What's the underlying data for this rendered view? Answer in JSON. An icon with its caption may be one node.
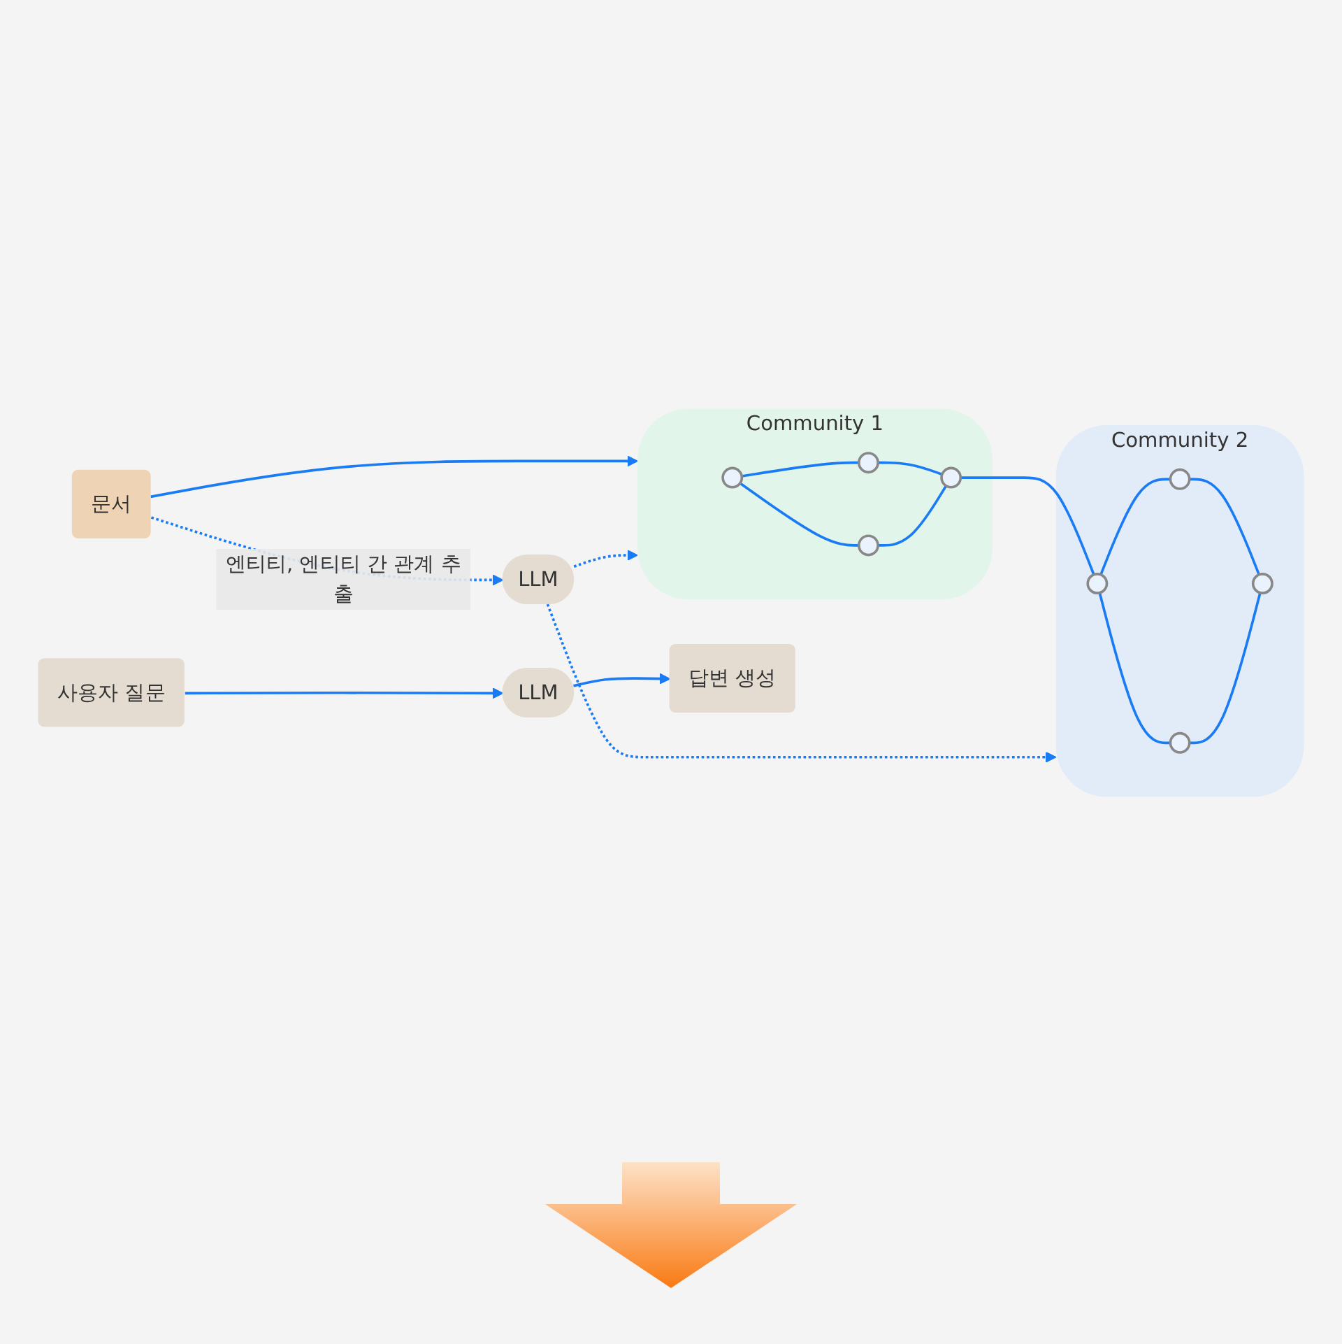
{
  "diagram": {
    "nodes": [
      {
        "text": [
          "문서"
        ]
      },
      {
        "text": [
          "Community 1"
        ]
      },
      {
        "text": [],
        "shape": "circle",
        "in": 1
      },
      {
        "text": [],
        "shape": "circle",
        "in": 1
      },
      {
        "text": [],
        "shape": "circle",
        "in": 1
      },
      {
        "text": [],
        "shape": "circle",
        "in": 1
      },
      {
        "text": [
          "Community 2"
        ]
      },
      {
        "text": [],
        "shape": "circle",
        "in": 6
      },
      {
        "text": [],
        "shape": "circle",
        "in": 6
      },
      {
        "text": [],
        "shape": "circle",
        "in": 6
      },
      {
        "text": [],
        "shape": "circle",
        "in": 6
      },
      {
        "text": [
          "LLM"
        ]
      },
      {
        "text": [
          "사용자 질문"
        ]
      },
      {
        "text": [
          "LLM"
        ]
      },
      {
        "text": [
          "답변 생성"
        ]
      }
    ],
    "edges": [
      {
        "from": 0,
        "to": 1,
        "arrow": "to"
      },
      {
        "from": 2,
        "to": 3,
        "arrow": "none"
      },
      {
        "from": 2,
        "to": 4,
        "arrow": "none"
      },
      {
        "from": 3,
        "to": 5,
        "arrow": "none"
      },
      {
        "from": 4,
        "to": 5,
        "arrow": "none"
      },
      {
        "from": 5,
        "to": 7,
        "arrow": "none"
      },
      {
        "from": 7,
        "to": 8,
        "arrow": "none"
      },
      {
        "from": 7,
        "to": 9,
        "arrow": "none"
      },
      {
        "from": 8,
        "to": 10,
        "arrow": "none"
      },
      {
        "from": 9,
        "to": 10,
        "arrow": "none"
      },
      {
        "from": 0,
        "to": 11,
        "arrow": "to",
        "style": "dashed",
        "label": "엔티티, 엔티티 간 관계 추출"
      },
      {
        "from": 11,
        "to": 1,
        "arrow": "to",
        "style": "dashed"
      },
      {
        "from": 11,
        "to": 6,
        "arrow": "to",
        "style": "dashed"
      },
      {
        "from": 12,
        "to": 13,
        "arrow": "to"
      },
      {
        "from": 13,
        "to": 14,
        "arrow": "to"
      }
    ]
  }
}
